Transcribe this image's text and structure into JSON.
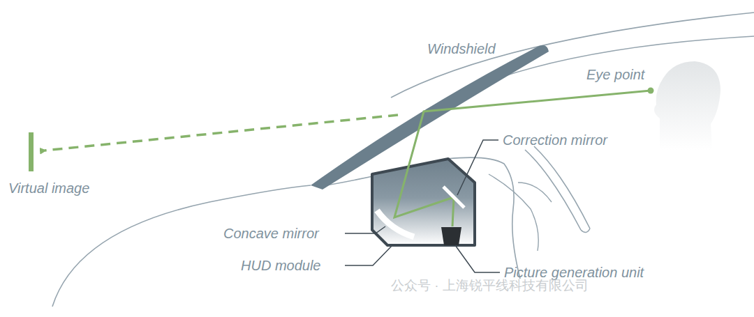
{
  "diagram": {
    "labels": [
      "Windshield",
      "Eye point",
      "Correction mirror",
      "Virtual image",
      "Concave mirror",
      "HUD module",
      "Picture generation unit",
      "公众号 · 上海锐平线科技有限公司"
    ]
  }
}
